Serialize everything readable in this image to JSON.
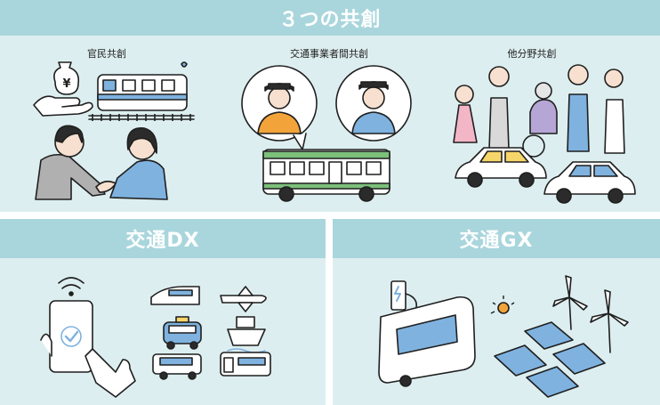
{
  "top_section": {
    "title": "３つの共創",
    "groups": [
      {
        "label": "官民共創"
      },
      {
        "label": "交通事業者間共創"
      },
      {
        "label": "他分野共創"
      }
    ]
  },
  "dx_section": {
    "title": "交通DX"
  },
  "gx_section": {
    "title": "交通GX"
  },
  "icons": {
    "money_bag_symbol": "¥"
  },
  "colors": {
    "header_bar": "#a9d6dc",
    "panel_bg": "#ddeef0",
    "accent_blue": "#7fb2df",
    "accent_orange": "#f2a43a",
    "accent_green": "#7cc07a",
    "accent_pink": "#f3b6c6"
  }
}
